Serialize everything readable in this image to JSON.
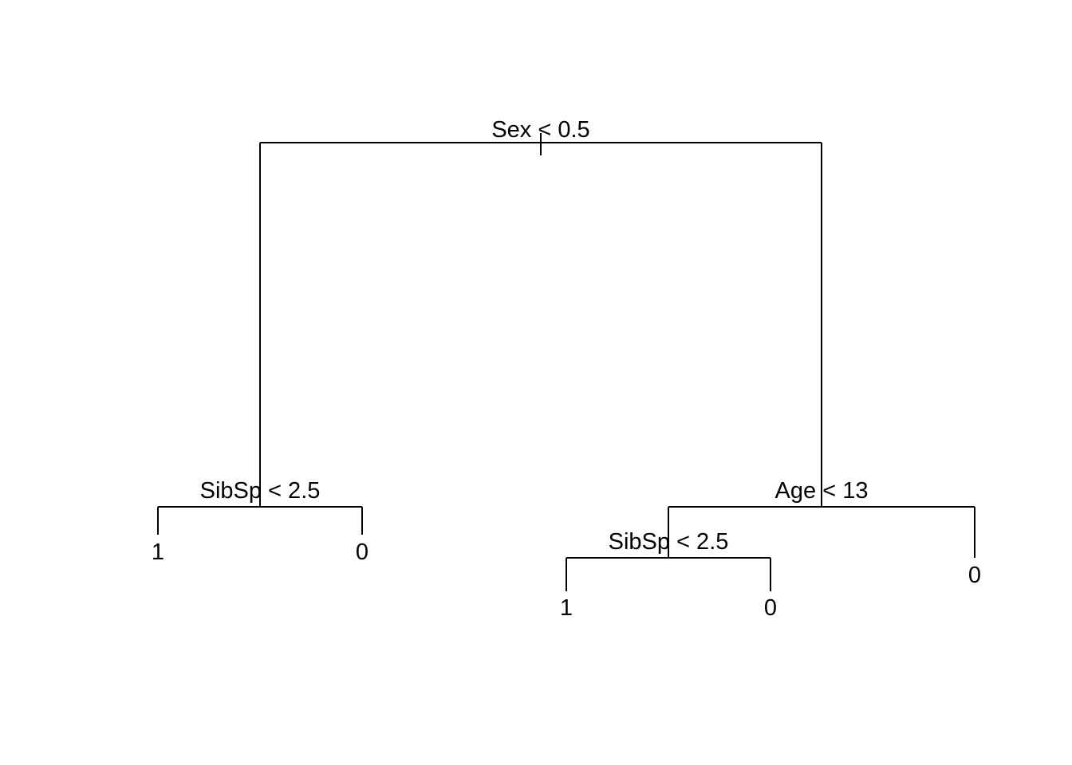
{
  "diagram": {
    "type": "decision-tree",
    "line_color": "#000000",
    "background": "#ffffff",
    "root": {
      "label": "Sex < 0.5",
      "left": {
        "label": "SibSp < 2.5",
        "left": {
          "leaf": "1"
        },
        "right": {
          "leaf": "0"
        }
      },
      "right": {
        "label": "Age < 13",
        "left": {
          "label": "SibSp < 2.5",
          "left": {
            "leaf": "1"
          },
          "right": {
            "leaf": "0"
          }
        },
        "right": {
          "leaf": "0"
        }
      }
    }
  }
}
